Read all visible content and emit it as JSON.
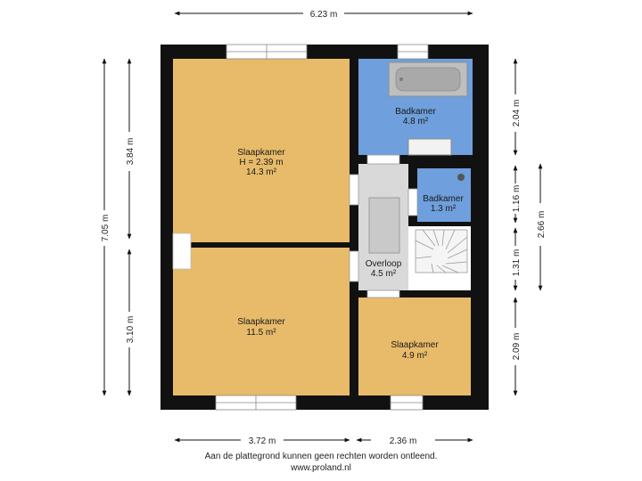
{
  "rooms": [
    {
      "name": "Slaapkamer",
      "height": "H = 2.39 m",
      "area": "14.3 m²"
    },
    {
      "name": "Slaapkamer",
      "area": "11.5 m²"
    },
    {
      "name": "Badkamer",
      "area": "4.8 m²"
    },
    {
      "name": "Badkamer",
      "area": "1.3 m²"
    },
    {
      "name": "Overloop",
      "area": "4.5 m²"
    },
    {
      "name": "Slaapkamer",
      "area": "4.9 m²"
    }
  ],
  "dimensions": {
    "top_total": "6.23 m",
    "left_total": "7.05 m",
    "left_upper": "3.84 m",
    "left_lower": "3.10 m",
    "right_bath": "2.04 m",
    "right_small_bath": "1.16 m",
    "right_stairs": "1.31 m",
    "right_bedroom": "2.09 m",
    "right_total": "2.66 m",
    "bottom_left": "3.72 m",
    "bottom_right": "2.36 m"
  },
  "footer": {
    "disclaimer": "Aan de plattegrond kunnen geen rechten worden ontleend.",
    "website": "www.proland.nl"
  },
  "colors": {
    "bedroom": "#e8bb6a",
    "bathroom": "#6f9fdc",
    "hall": "#d6d6d6",
    "wall": "#111111"
  }
}
